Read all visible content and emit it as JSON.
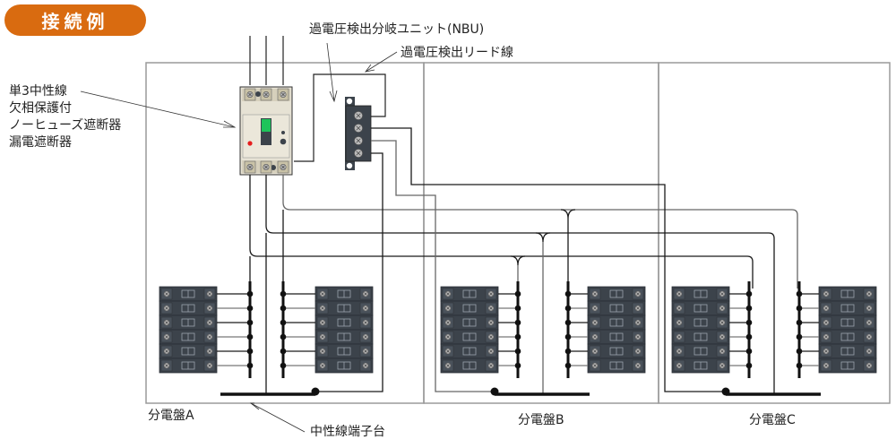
{
  "header": {
    "badge_label": "接続例"
  },
  "labels": {
    "breaker_lines": [
      "単3中性線",
      "欠相保護付",
      "ノーヒューズ遮断器",
      "漏電遮断器"
    ],
    "nbu": "過電圧検出分岐ユニット(NBU)",
    "lead_wire": "過電圧検出リード線",
    "neutral_terminal": "中性線端子台"
  },
  "panels": [
    {
      "id": "A",
      "label": "分電盤A"
    },
    {
      "id": "B",
      "label": "分電盤B"
    },
    {
      "id": "C",
      "label": "分電盤C"
    }
  ],
  "branch_breakers_per_bank": 6,
  "colors": {
    "accent": "#d96b10",
    "breaker_body": "#3c434b",
    "main_breaker_body": "#e6e2d4",
    "indicator_green": "#1ec45a",
    "indicator_red": "#e51e1e",
    "panel_border": "#9a9a9a"
  }
}
